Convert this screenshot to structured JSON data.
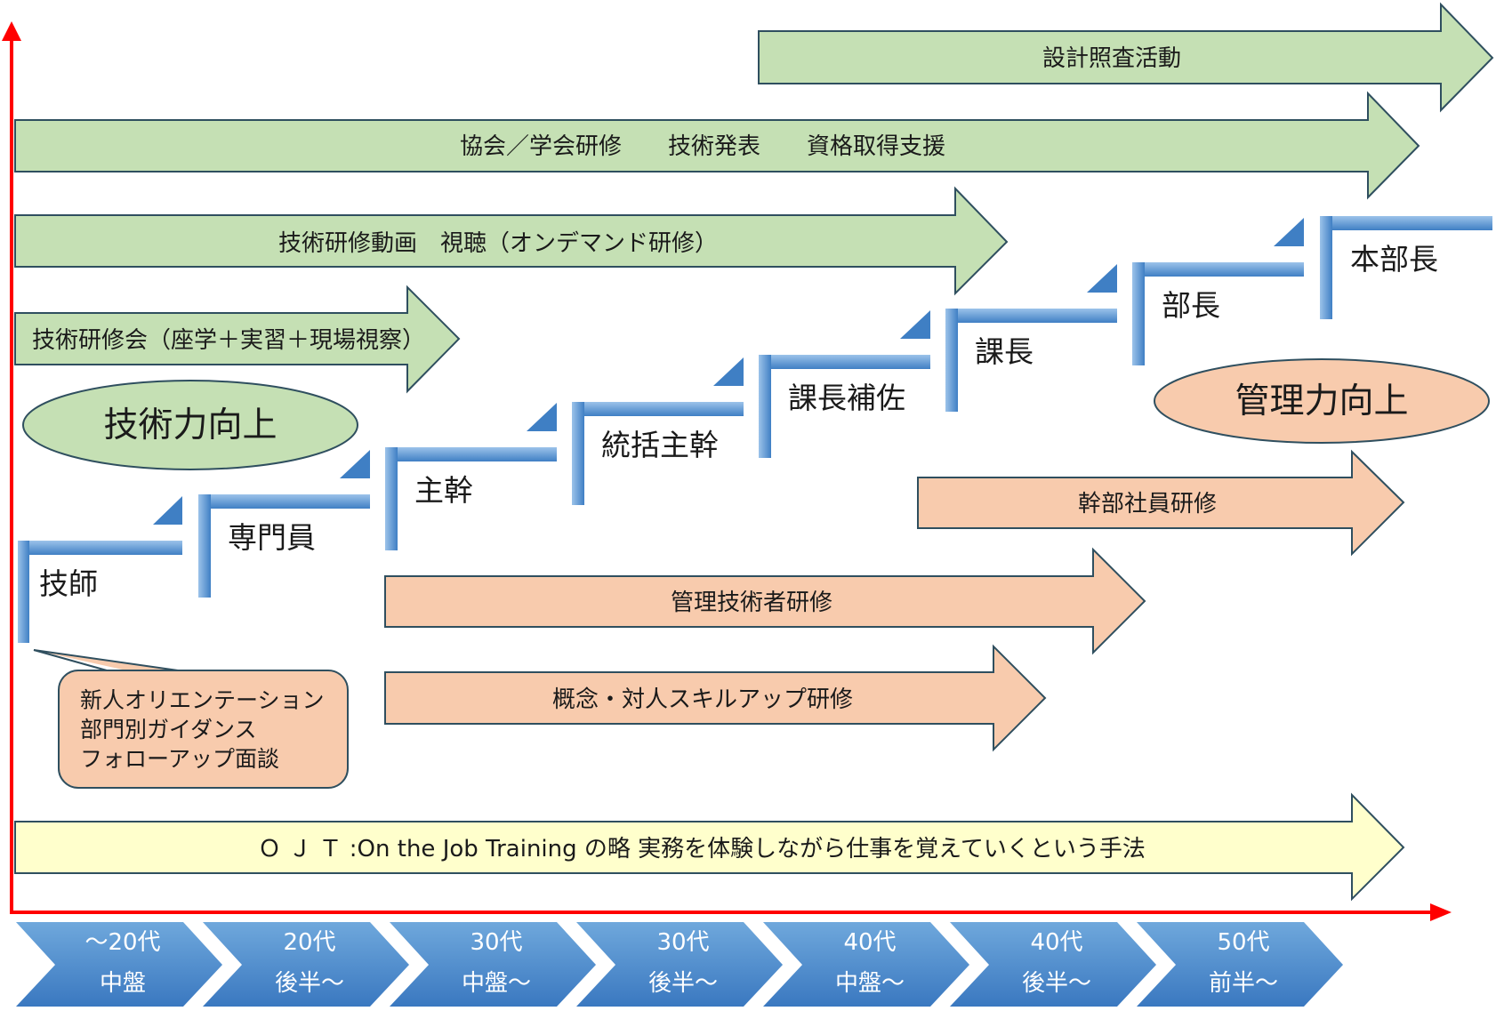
{
  "colors": {
    "green_fill": "#c5e0b4",
    "orange_fill": "#f8cbad",
    "yellow_fill": "#ffffcc",
    "outline": "#2f4f5f",
    "axis": "#ff0000",
    "step_blue": "#5b9bd5",
    "chevron_blue": "#4a8fd0"
  },
  "arrows": {
    "green": [
      {
        "label": "設計照査活動"
      },
      {
        "label": "協会／学会研修　　技術発表　　資格取得支援"
      },
      {
        "label": "技術研修動画　視聴（オンデマンド研修）"
      },
      {
        "label": "技術研修会（座学＋実習＋現場視察）"
      }
    ],
    "orange": [
      {
        "label": "幹部社員研修"
      },
      {
        "label": "管理技術者研修"
      },
      {
        "label": "概念・対人スキルアップ研修"
      }
    ],
    "ojt": {
      "label": "Ｏ Ｊ Ｔ :On the Job Training の略 実務を体験しながら仕事を覚えていくという手法"
    }
  },
  "ovals": {
    "technical": "技術力向上",
    "management": "管理力向上"
  },
  "steps": [
    "技師",
    "専門員",
    "主幹",
    "統括主幹",
    "課長補佐",
    "課長",
    "部長",
    "本部長"
  ],
  "callout": {
    "lines": [
      "新人オリエンテーション",
      "部門別ガイダンス",
      "フォローアップ面談"
    ]
  },
  "age_chevrons": [
    {
      "line1": "～20代",
      "line2": "中盤"
    },
    {
      "line1": "20代",
      "line2": "後半～"
    },
    {
      "line1": "30代",
      "line2": "中盤～"
    },
    {
      "line1": "30代",
      "line2": "後半～"
    },
    {
      "line1": "40代",
      "line2": "中盤～"
    },
    {
      "line1": "40代",
      "line2": "後半～"
    },
    {
      "line1": "50代",
      "line2": "前半～"
    }
  ]
}
